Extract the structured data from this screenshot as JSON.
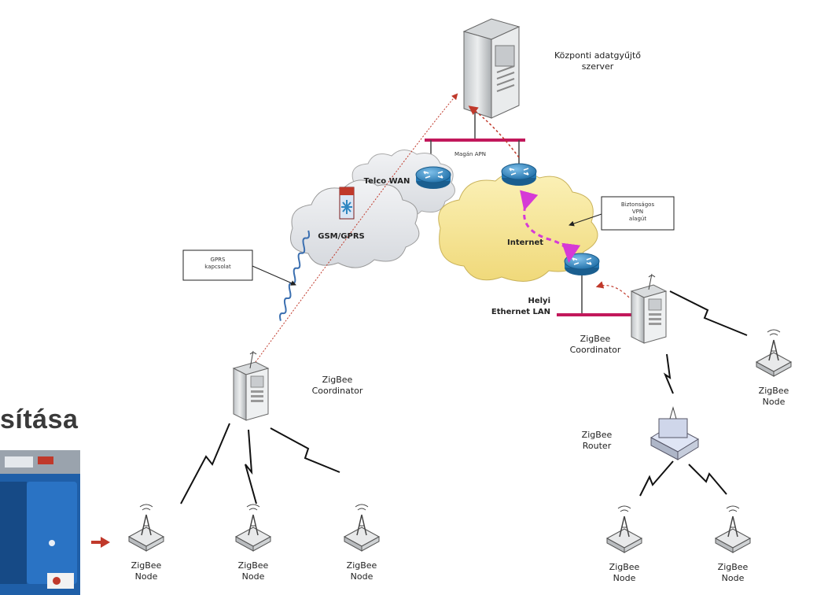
{
  "slide_title_fragment": "sítása",
  "labels": {
    "central_server": "Központi adatgyűjtő\nszerver",
    "private_apn": "Magán APN",
    "telco_wan": "Telco WAN",
    "gsm_gprs": "GSM/GPRS",
    "internet": "Internet",
    "local_lan": "Helyi\nEthernet LAN",
    "coordinator_left": "ZigBee\nCoordinator",
    "coordinator_right": "ZigBee\nCoordinator",
    "router": "ZigBee\nRouter",
    "node": "ZigBee\nNode"
  },
  "callouts": {
    "gprs_note": "GPRS\nkapcsolat",
    "vpn_note": "Biztonságos\nVPN\nalagút"
  },
  "colors": {
    "lan_bar": "#c2185b",
    "vpn_arrow": "#d63ad6",
    "data_path": "#c0392b",
    "router_blue": "#2e86c1",
    "cloud_gray": "#e4e6ea",
    "cloud_yellow": "#f6e79c",
    "gprs_wave": "#3b6fb0"
  },
  "icons": [
    "server-tower-icon",
    "router-icon",
    "cloud-icon",
    "antenna-node-icon",
    "lightning-link-icon",
    "meter-device-icon",
    "arrow-right-icon"
  ]
}
